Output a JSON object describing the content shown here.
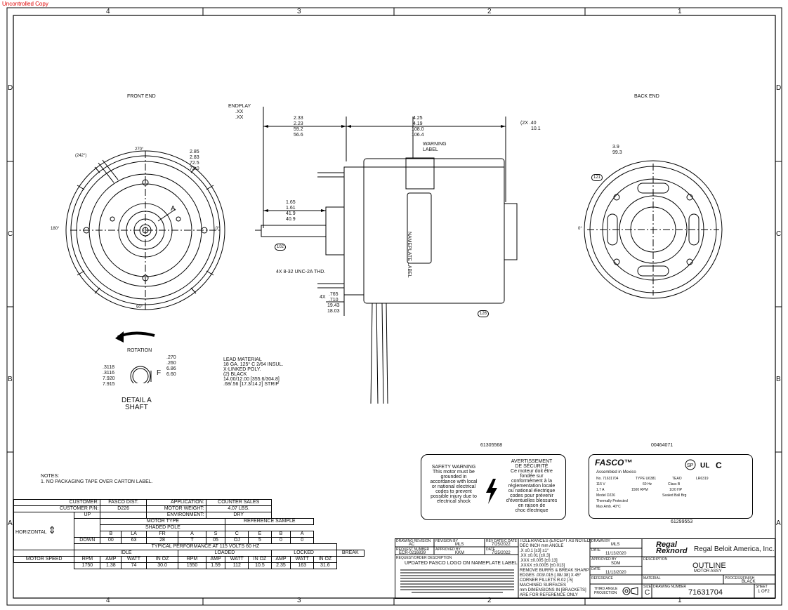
{
  "watermark": "Uncontrolled Copy",
  "frame": {
    "col_labels": [
      "4",
      "3",
      "2",
      "1"
    ],
    "row_labels": [
      "D",
      "C",
      "B",
      "A"
    ]
  },
  "front_end": {
    "title": "FRONT END",
    "angle_top": "270°",
    "angle_left": "180°",
    "angle_right": "0°",
    "angle_bottom": "90°",
    "angle_lead": "(242°)",
    "dia_outer": [
      "2.85",
      "2.83"
    ],
    "dia_outer_mm": [
      "72.5",
      "72.0"
    ],
    "callout": "A"
  },
  "side_view": {
    "endplay_label": "ENDPLAY",
    "endplay_vals": [
      ".XX",
      ".XX"
    ],
    "dim_233": [
      "2.33",
      "2.23"
    ],
    "dim_233_mm": [
      "59.2",
      "56.6"
    ],
    "dim_425": [
      "4.25",
      "4.19"
    ],
    "dim_425_mm": [
      "108.0",
      "106.4"
    ],
    "dim_2x": "(2X  .40",
    "dim_2x_mm": "10.1",
    "warning_label": [
      "WARNING",
      "LABEL"
    ],
    "nameplate_label": "NAMEPLATE LABEL",
    "dim_165": [
      "1.65",
      "1.61"
    ],
    "dim_165_mm": [
      "41.9",
      "40.9"
    ],
    "balloon_102": "102",
    "thd": "4X 8-32 UNC-2A THD.",
    "dim_4x": "4X",
    "dim_765": [
      ".765",
      ".710"
    ],
    "dim_765_mm": [
      "19.43",
      "18.03"
    ],
    "balloon_126": "126"
  },
  "back_end": {
    "title": "BACK END",
    "dia_label": "3.9",
    "dia_mm": "99.3",
    "balloon_121": "121",
    "angle_right": "0°"
  },
  "detail": {
    "rotation": "ROTATION",
    "dia": [
      ".3118",
      ".3116"
    ],
    "dia_mm": [
      "7.920",
      "7.915"
    ],
    "flat": [
      ".270",
      ".260"
    ],
    "flat_mm": [
      "6.86",
      "6.60"
    ],
    "flat_letter": "F",
    "title": [
      "DETAIL A",
      "SHAFT"
    ]
  },
  "lead_notes": [
    "LEAD MATERIAL",
    "18 GA. 125° C 2/64 INSUL.",
    "X-LINKED POLY.",
    "(2) BLACK",
    "14.00/12.00 [355.6/304.8]",
    ".68/.56 [17.3/14.2] STRIP"
  ],
  "part_ref_1": "61305568",
  "part_ref_2": "00464071",
  "part_ref_3": "61299553",
  "safety": {
    "title": "SAFETY WARNING",
    "lines": [
      "This motor must be",
      "grounded in",
      "accordance with local",
      "or national electrical",
      "codes to prevent",
      "possible injury due to",
      "electrical shock"
    ],
    "fr_title": [
      "AVERTISSEMENT",
      "DE SÉCURITÉ"
    ],
    "fr_lines": [
      "Ce moteur doit être",
      "fondée sur",
      "conformément à la",
      "réglementation locale",
      "ou national électrique",
      "codes pour prévenir",
      "d'éventuelles blessures",
      "en raison de",
      "choc électrique"
    ]
  },
  "nameplate": {
    "brand": "FASCO™",
    "assembled": "Assembled in Mexico",
    "no": "No. 71631704",
    "type": "TYPE U6381",
    "tead": "TEAO",
    "lr": "LR6319",
    "volts": "115 V",
    "hz": "60 Hz",
    "class": "Class B",
    "amps": "1.7 A",
    "rpm": "1500 RPM",
    "hp": "1/20 HP",
    "model": "Model D226",
    "bearing": "Sealed Ball Brg",
    "thermal": "Thermally Protected",
    "ambient": "Max Amb. 40°C"
  },
  "notes": {
    "title": "NOTES:",
    "items": [
      "1.     NO PACKAGING TAPE OVER CARTON LABEL."
    ]
  },
  "perf": {
    "customer_label": "CUSTOMER:",
    "customer": "FASCO DIST.",
    "customer_pn_label": "CUSTOMER P/N:",
    "customer_pn": "D226",
    "application_label": "APPLICATION:",
    "application": "COUNTER SALES",
    "weight_label": "MOTOR WEIGHT:",
    "weight": "4.07 LBS.",
    "environment_label": "ENVIRONMENT:",
    "environment": "DRY",
    "horizontal": "HORIZONTAL",
    "up": "UP",
    "down": "DOWN",
    "motor_type": "MOTOR TYPE",
    "shaded_pole": "SHADED POLE",
    "ref_sample": "REFERENCE SAMPLE",
    "code_labels": [
      "B",
      "LA",
      "FR",
      "A",
      "S",
      "C",
      "E",
      "B",
      "A"
    ],
    "code_values": [
      "00",
      "63",
      "28",
      "T",
      "05",
      "OJ",
      "5",
      "0",
      "0"
    ],
    "typical": "TYPICAL PERFORMANCE AT 115 VOLTS 60 HZ",
    "idle": "IDLE",
    "loaded": "LOADED",
    "locked": "LOCKED",
    "break": "BREAK",
    "motor_speed": "MOTOR SPEED",
    "headers": [
      "RPM",
      "AMP",
      "WATT",
      "IN OZ",
      "RPM",
      "AMP",
      "WATT",
      "IN OZ",
      "AMP",
      "WATT",
      "IN OZ"
    ],
    "values": [
      "1750",
      "1.38",
      "74",
      "30.0",
      "1550",
      "1.59",
      "112",
      "10.5",
      "2.35",
      "163",
      "31.6"
    ]
  },
  "title_block": {
    "drawing_revision_label": "DRAWING REVISION",
    "drawing_revision": "AC",
    "revision_by_label": "REVISION BY",
    "revision_by": "MLS",
    "rev_date_label": "REV DATE/C DATE",
    "rev_date": "7/25/2022",
    "request_number_label": "REQUEST NUMBER",
    "request_number": "ECR-0216839",
    "approved_by_label": "APPROVED BY",
    "approved_by": "KKM",
    "date_label": "DATE",
    "date": "7/25/2022",
    "request_desc_label": "REQUEST/ORDER DESCRIPTION",
    "request_desc": "UPDATED FASCO LOGO ON NAMEPLATE LABEL",
    "tolerances_title": "TOLERANCES (EXCEPT AS NOTED)",
    "tol_rows": [
      "DEC      INCH      mm      ANGLE",
      ".X        ±0.1      [±3]      ±1°",
      ".XX      ±0.01     [±0.3]",
      ".XXX    ±0.005    [±0.13]",
      ".XXXX  ±0.0005  [±0.013]",
      "REMOVE BURRS & BREAK SHARP",
      "EDGES  .003/.015 [.08/.38] X 45°",
      "CORNER FILLETS  R.02 [.5]",
      "MACHINED SURFACES"
    ],
    "mm_note": "mm DIMENSIONS IN [BRACKETS]",
    "ref_only": "ARE FOR REFERENCE ONLY",
    "drawn_by_label": "DRAWN BY",
    "drawn_by": "MLS",
    "drawn_date_label": "DATE",
    "drawn_date": "11/13/2020",
    "appr_label": "APPROVED BY",
    "appr": "SDM",
    "appr_date_label": "DATE",
    "appr_date": "11/13/2020",
    "reference_label": "REFERENCE",
    "third_angle": [
      "THIRD ANGLE",
      "PROJECTION"
    ],
    "company": "Regal Beloit America, Inc.",
    "logo": [
      "Regal",
      "Rexnord"
    ],
    "description_label": "DESCRIPTION",
    "title": "OUTLINE",
    "subtitle": "MOTOR ASSY",
    "material_label": "MATERIAL",
    "finish_label": "PROCESS/FINISH",
    "finish": "BLACK",
    "size_label": "SIZE",
    "size": "C",
    "drawing_number_label": "DRAWING NUMBER",
    "drawing_number": "71631704",
    "sheet_label": "SHEET",
    "sheet": "1 OF2"
  }
}
